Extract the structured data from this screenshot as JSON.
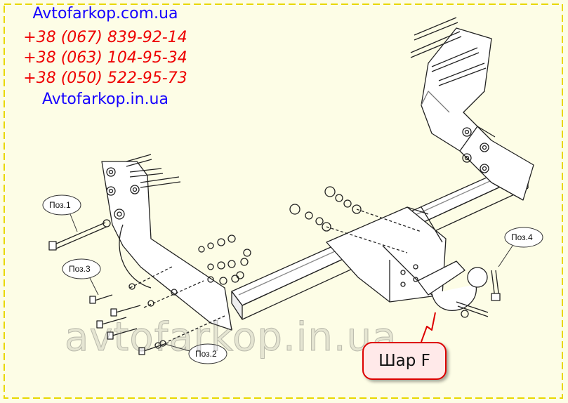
{
  "header": {
    "site1": "Avtofarkop.com.ua",
    "phone1": "+38 (067) 839-92-14",
    "phone2": "+38 (063) 104-95-34",
    "phone3": "+38 (050) 522-95-73",
    "site2": "Avtofarkop.in.ua"
  },
  "labels": {
    "pos1": "Поз.1",
    "pos2": "Поз.2",
    "pos3": "Поз.3",
    "pos4": "Поз.4"
  },
  "callout": {
    "text": "Шар F"
  },
  "watermark": {
    "text": "avtofarkop.in.ua"
  },
  "colors": {
    "background": "#fdfde6",
    "frame": "#e8d800",
    "site_text": "#1500ff",
    "phone_text": "#ee0000",
    "callout_border": "#dd0000"
  }
}
